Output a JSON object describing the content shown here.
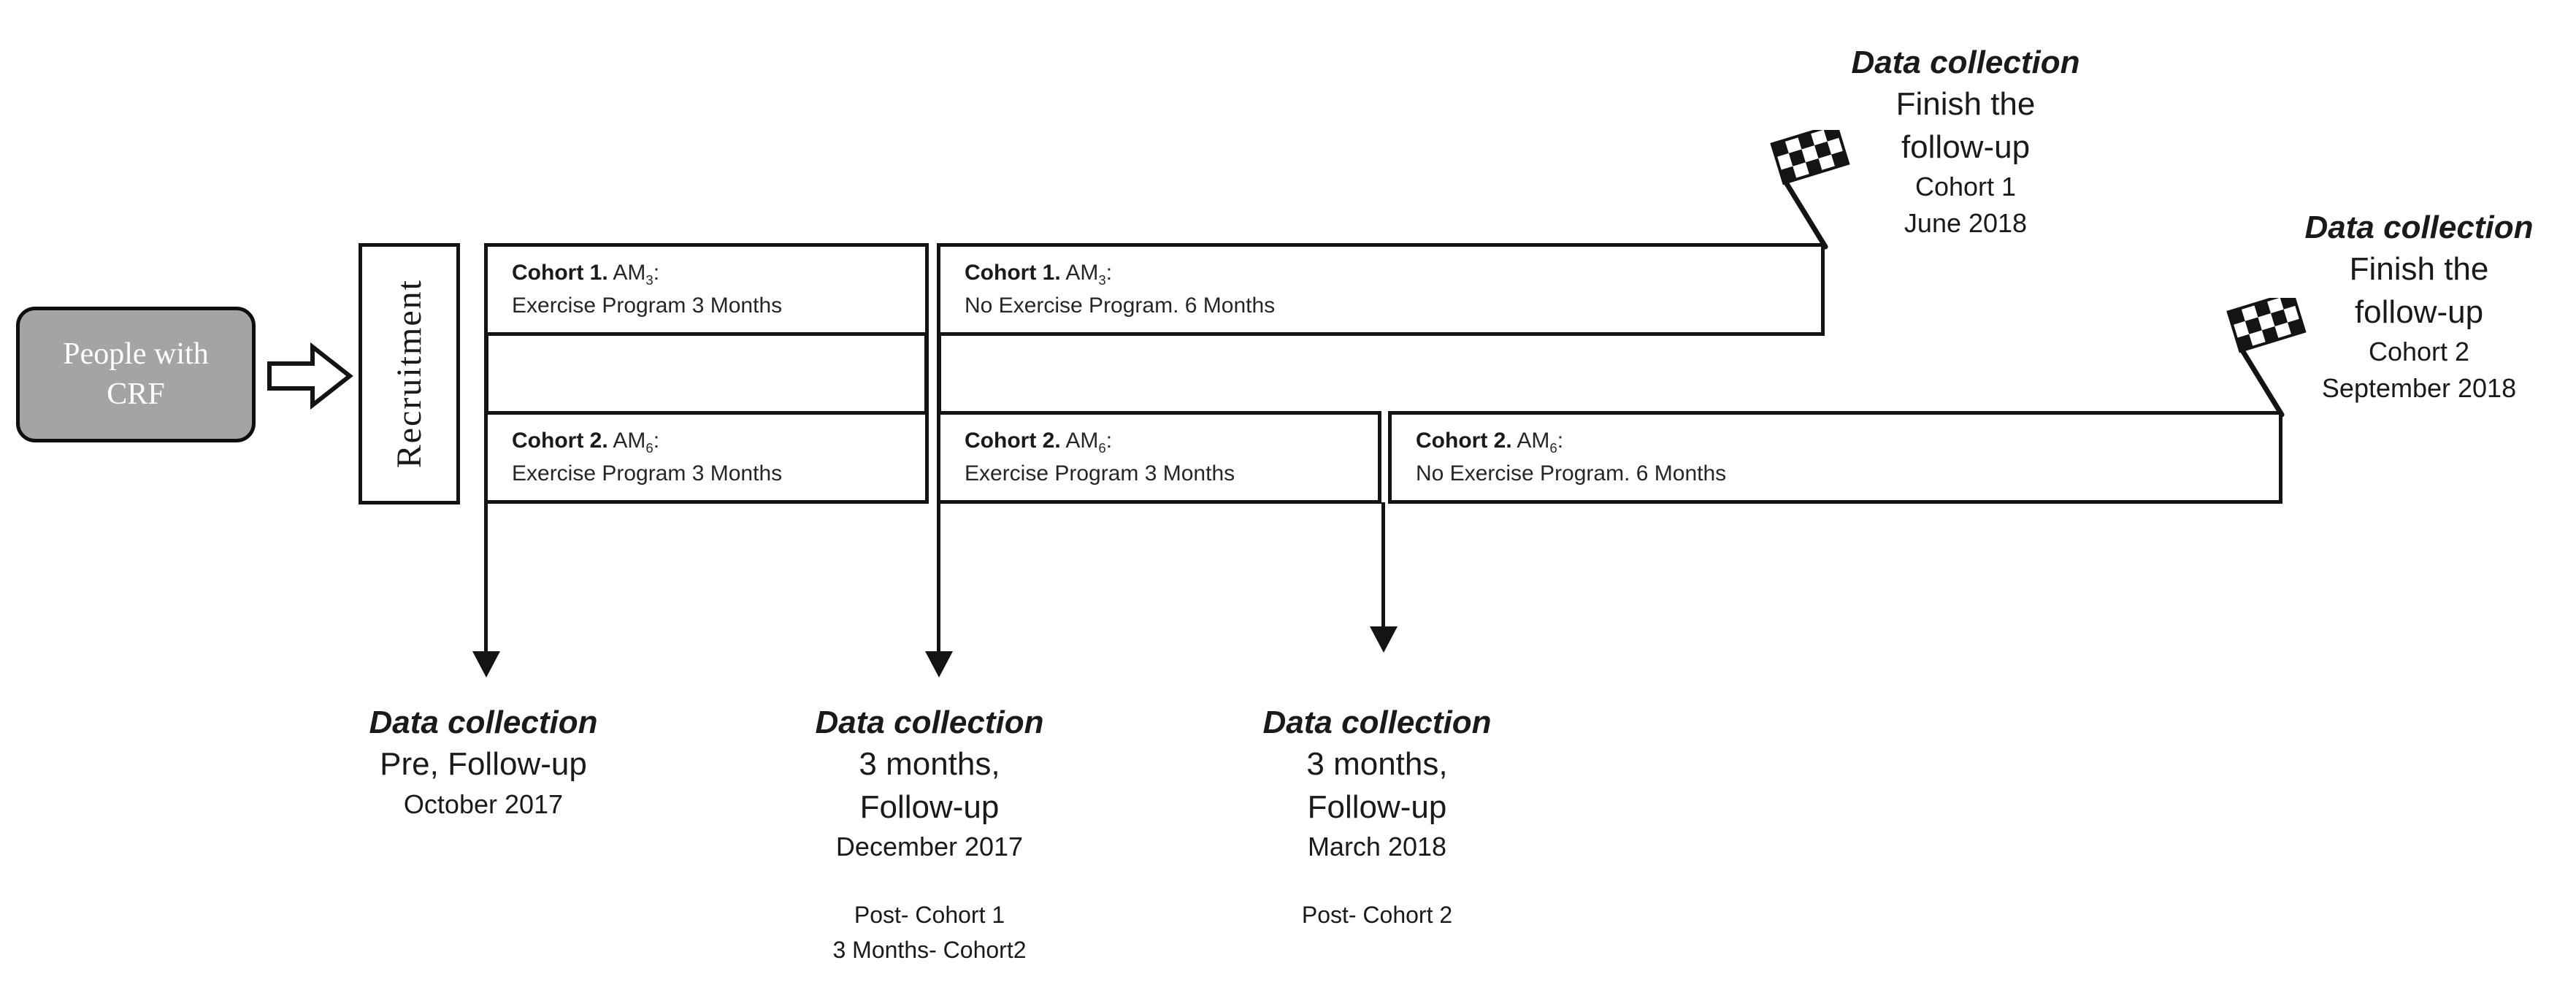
{
  "figure": {
    "start_box": {
      "line1": "People with",
      "line2": "CRF"
    },
    "recruitment_label": "Recruitment",
    "cohort_boxes": {
      "c1_exercise": {
        "cohort": "Cohort 1.",
        "measure": " AM",
        "measure_sub": "3",
        "measure_colon": ":",
        "description": "Exercise Program 3 Months"
      },
      "c1_no_exercise": {
        "cohort": "Cohort 1.",
        "measure": " AM",
        "measure_sub": "3",
        "measure_colon": ":",
        "description": "No Exercise Program. 6 Months"
      },
      "c2_exercise_a": {
        "cohort": "Cohort 2.",
        "measure": " AM",
        "measure_sub": "6",
        "measure_colon": ":",
        "description": "Exercise Program 3 Months"
      },
      "c2_exercise_b": {
        "cohort": "Cohort 2.",
        "measure": " AM",
        "measure_sub": "6",
        "measure_colon": ":",
        "description": "Exercise Program 3 Months"
      },
      "c2_no_exercise": {
        "cohort": "Cohort 2.",
        "measure": " AM",
        "measure_sub": "6",
        "measure_colon": ":",
        "description": "No Exercise Program. 6 Months"
      }
    },
    "finish_annotations": {
      "cohort1": {
        "title": "Data collection",
        "line1": "Finish the",
        "line2": "follow-up",
        "cohort": "Cohort 1",
        "date": "June 2018"
      },
      "cohort2": {
        "title": "Data collection",
        "line1": "Finish the",
        "line2": "follow-up",
        "cohort": "Cohort 2",
        "date": "September 2018"
      }
    },
    "collection_annotations": {
      "first": {
        "title": "Data collection",
        "line1": "Pre, Follow-up",
        "date": "October 2017"
      },
      "second": {
        "title": "Data collection",
        "line1": "3 months,",
        "line2": "Follow-up",
        "date": "December 2017",
        "note1": "Post- Cohort 1",
        "note2": "3 Months- Cohort2"
      },
      "third": {
        "title": "Data collection",
        "line1": "3 months,",
        "line2": "Follow-up",
        "date": "March 2018",
        "note1": "Post- Cohort 2"
      }
    },
    "colors": {
      "start_box_fill": "#a4a4a4",
      "line_color": "#141414",
      "box_fill": "#ffffff",
      "text_on_gray": "#ffffff"
    }
  }
}
